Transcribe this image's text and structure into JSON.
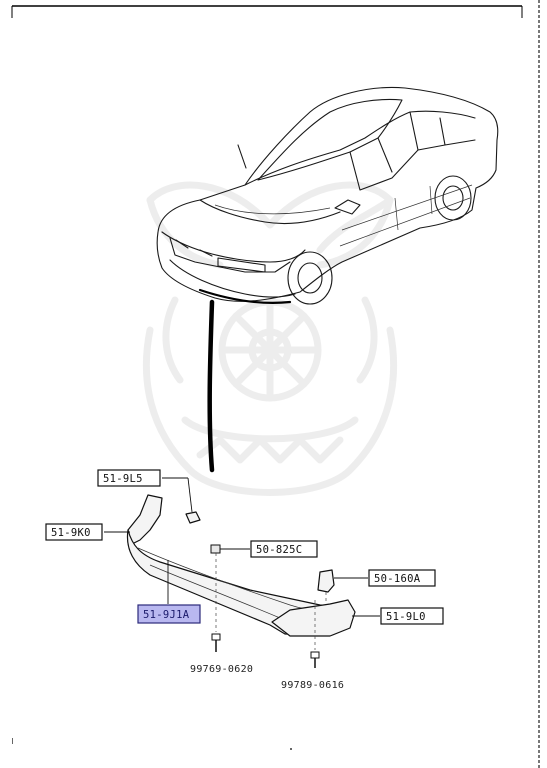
{
  "callouts": [
    {
      "id": "c1",
      "label": "51-9L5",
      "active": false
    },
    {
      "id": "c2",
      "label": "51-9K0",
      "active": false
    },
    {
      "id": "c3",
      "label": "50-825C",
      "active": false
    },
    {
      "id": "c4",
      "label": "50-160A",
      "active": false
    },
    {
      "id": "c5",
      "label": "51-9J1A",
      "active": true
    },
    {
      "id": "c6",
      "label": "51-9L0",
      "active": false
    }
  ],
  "fasteners": [
    {
      "id": "f1",
      "label": "99769-0620"
    },
    {
      "id": "f2",
      "label": "99789-0616"
    }
  ],
  "colors": {
    "highlight": "#b9b8f0",
    "ink": "#111111",
    "watermark": "#ececec"
  }
}
